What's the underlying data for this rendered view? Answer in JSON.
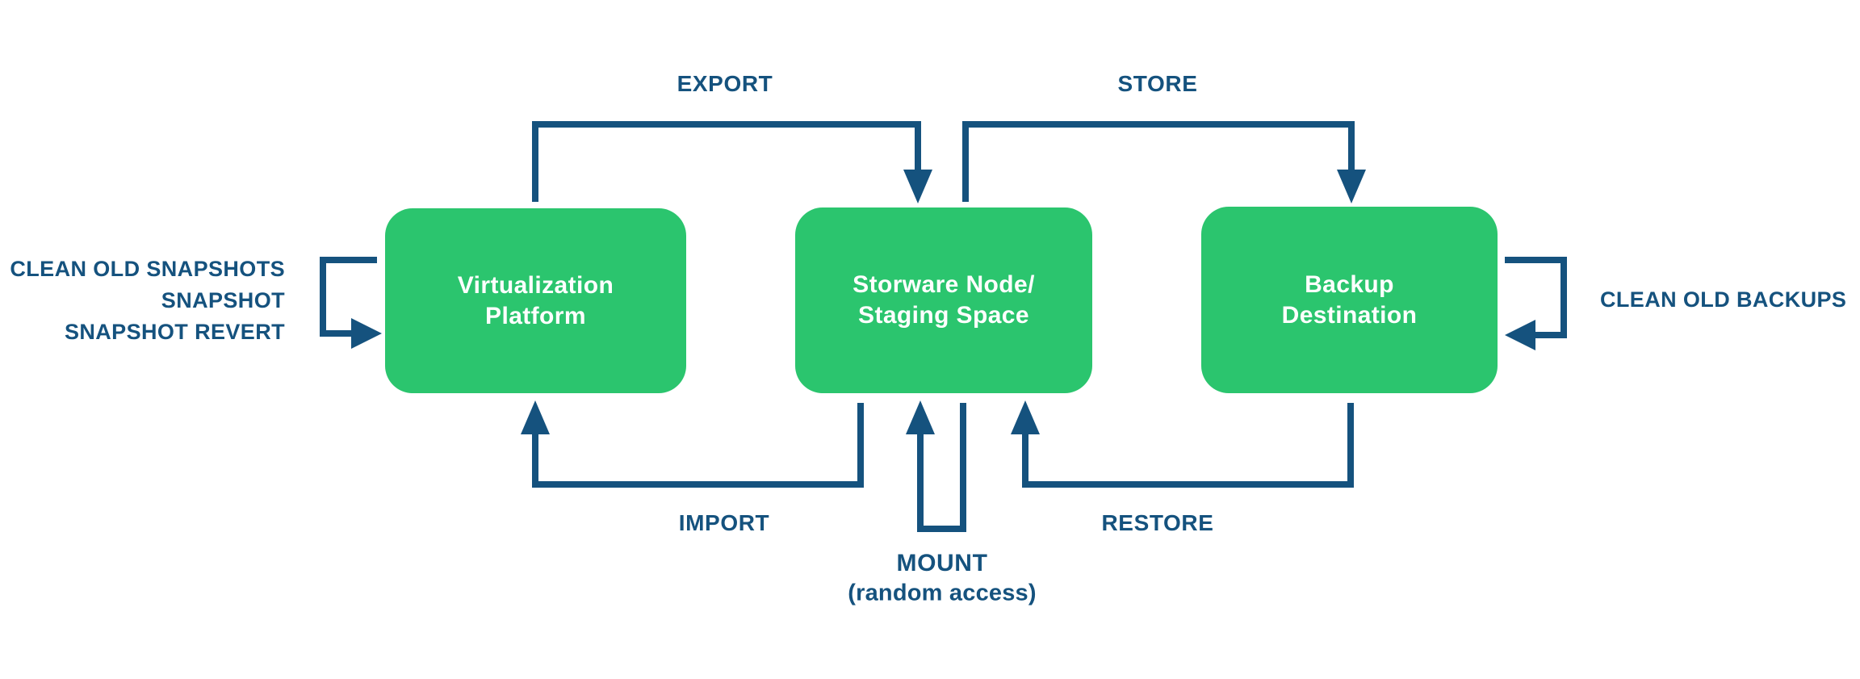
{
  "diagram": {
    "nodes": [
      {
        "id": "virtualization-platform",
        "line1": "Virtualization",
        "line2": "Platform"
      },
      {
        "id": "storware-node-staging-space",
        "line1": "Storware Node/",
        "line2": "Staging Space"
      },
      {
        "id": "backup-destination",
        "line1": "Backup",
        "line2": "Destination"
      }
    ],
    "flows": {
      "export": "EXPORT",
      "store": "STORE",
      "import": "IMPORT",
      "restore": "RESTORE",
      "mount": "MOUNT",
      "mount_sub": "(random access)"
    },
    "side_labels": {
      "left_line1": "CLEAN OLD SNAPSHOTS",
      "left_line2": "SNAPSHOT",
      "left_line3": "SNAPSHOT REVERT",
      "right": "CLEAN OLD BACKUPS"
    },
    "colors": {
      "blue": "#15527E",
      "green": "#2BC56E",
      "text_on_green": "#FFFFFF",
      "bg": "#FFFFFF"
    }
  }
}
